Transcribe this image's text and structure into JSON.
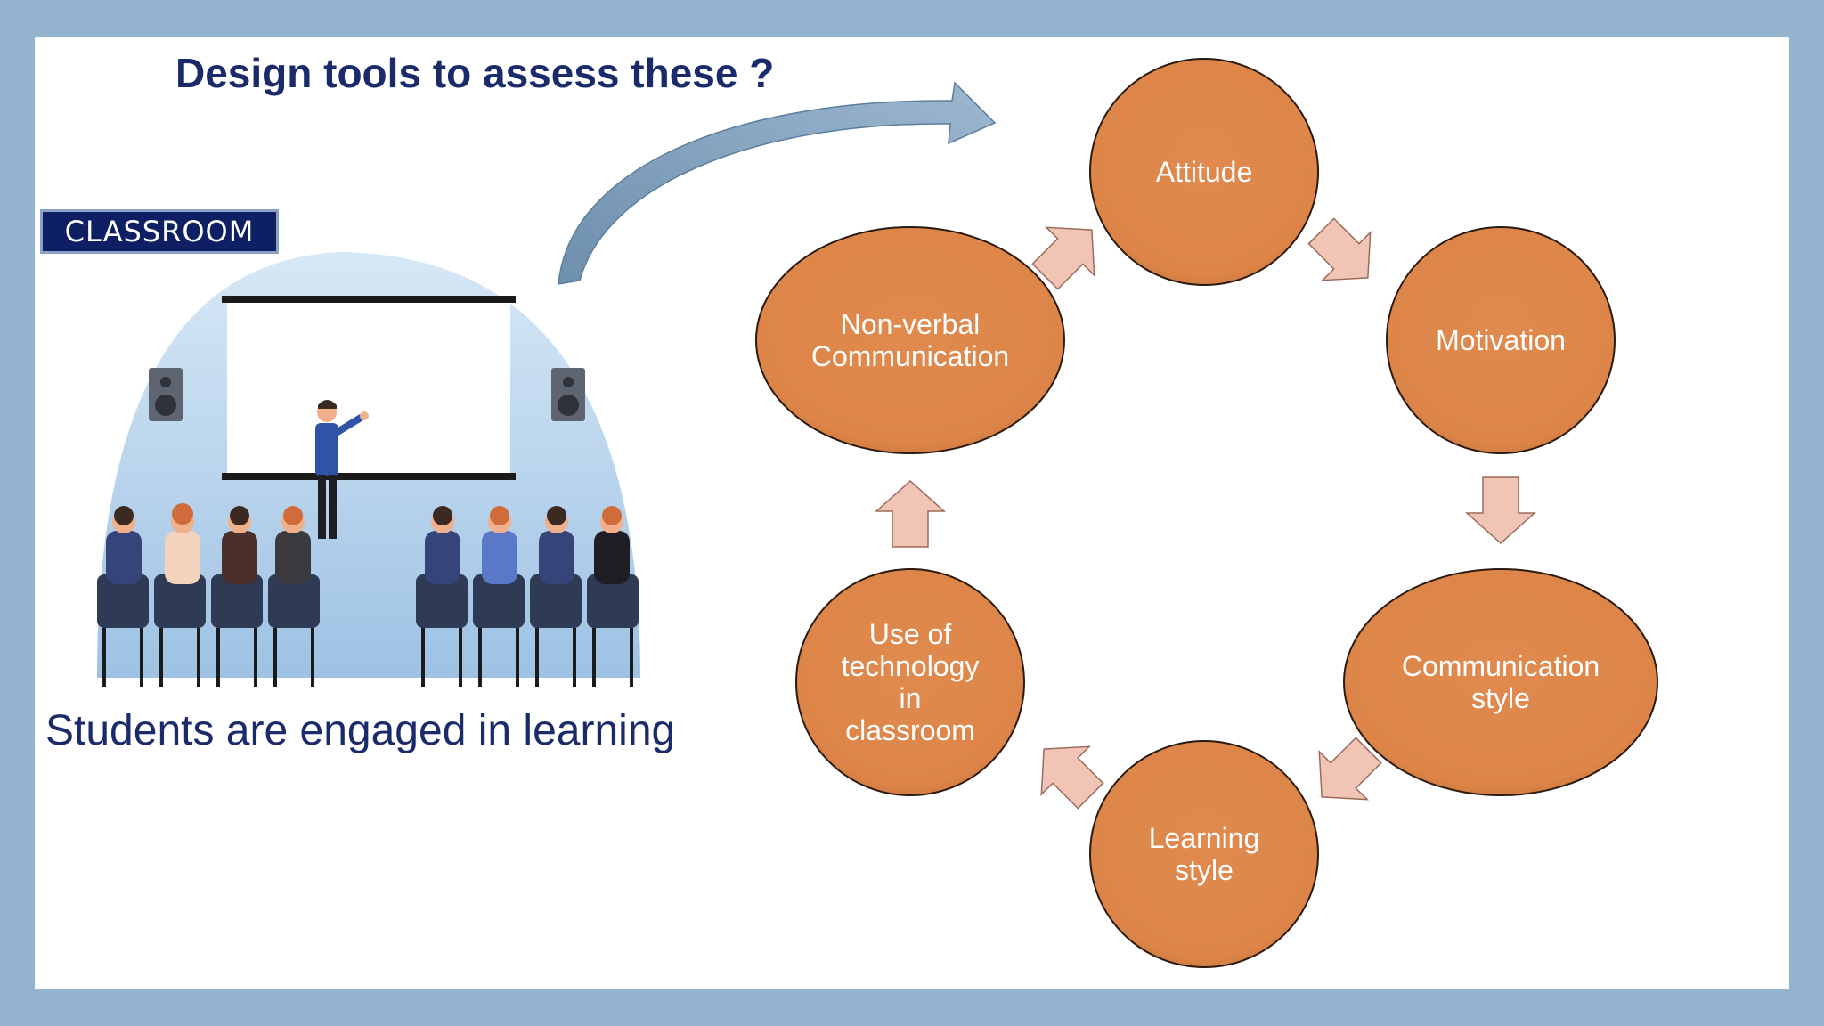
{
  "slide": {
    "title": "Design tools to assess these ?",
    "badge": "CLASSROOM",
    "caption": "Students are engaged in learning"
  },
  "cycle": {
    "nodes": [
      {
        "id": "attitude",
        "lines": [
          "Attitude"
        ]
      },
      {
        "id": "motivation",
        "lines": [
          "Motivation"
        ]
      },
      {
        "id": "communication-style",
        "lines": [
          "Communication",
          "style"
        ]
      },
      {
        "id": "learning-style",
        "lines": [
          "Learning",
          "style"
        ]
      },
      {
        "id": "technology",
        "lines": [
          "Use of",
          "technology",
          "in",
          "classroom"
        ]
      },
      {
        "id": "non-verbal",
        "lines": [
          "Non-verbal",
          "Communication"
        ]
      }
    ]
  },
  "colors": {
    "node_fill": "#e08a4f",
    "arrow_fill": "#f0c5b6",
    "title": "#1b2a6b",
    "frame": "#94b3cf"
  },
  "icons": {
    "illustration": "classroom-presentation-illustration",
    "connector": "curved-arrow-icon"
  }
}
